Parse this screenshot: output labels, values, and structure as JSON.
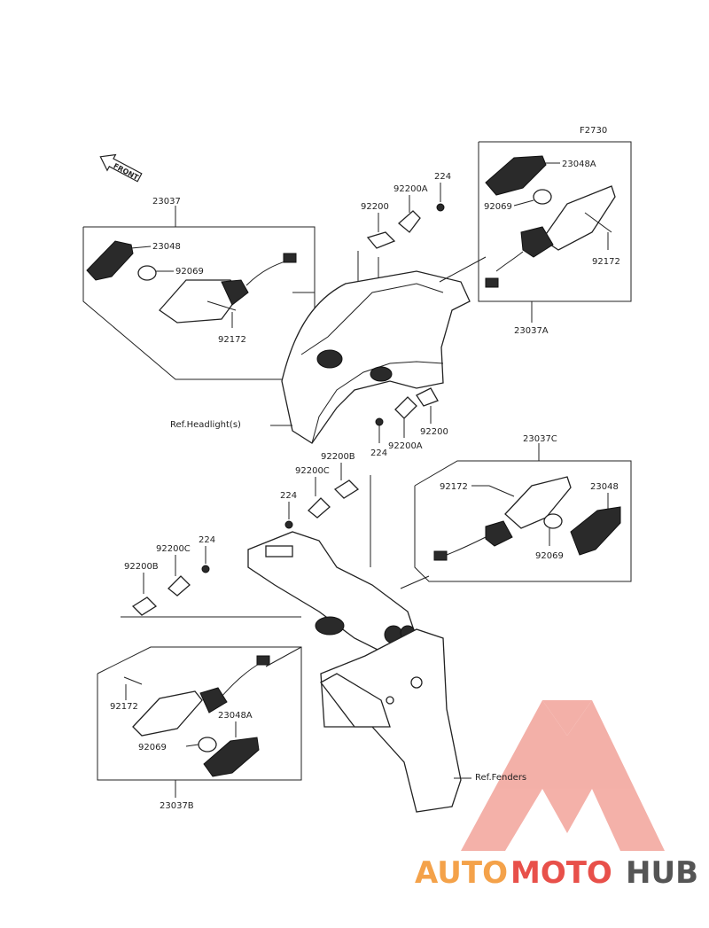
{
  "figure_code": "F2730",
  "front_label": "FRONT",
  "parts": {
    "p23037": "23037",
    "p23048_a": "23048",
    "p92069_a": "92069",
    "p92172_a": "92172",
    "p92200_top": "92200",
    "p92200A_top": "92200A",
    "p224_top": "224",
    "p23048A_top": "23048A",
    "p92069_b": "92069",
    "p92172_b": "92172",
    "p23037A": "23037A",
    "p224_mid": "224",
    "p92200A_mid": "92200A",
    "p92200_mid": "92200",
    "p23037C": "23037C",
    "p92172_c": "92172",
    "p23048_c": "23048",
    "p92069_c": "92069",
    "p92200B_a": "92200B",
    "p92200C_a": "92200C",
    "p224_c": "224",
    "p92200C_b": "92200C",
    "p224_d": "224",
    "p92200B_b": "92200B",
    "p92172_d": "92172",
    "p23048A_b": "23048A",
    "p92069_d": "92069",
    "p23037B": "23037B"
  },
  "refs": {
    "headlight": "Ref.Headlight(s)",
    "fenders": "Ref.Fenders"
  },
  "watermark": {
    "part1": "AUTO",
    "part2": "MOTO",
    "part3": "HUB",
    "color_orange": "#f4a24a",
    "color_red": "#e8504a",
    "color_dark": "#555555",
    "logo_color": "#f2a39a"
  }
}
